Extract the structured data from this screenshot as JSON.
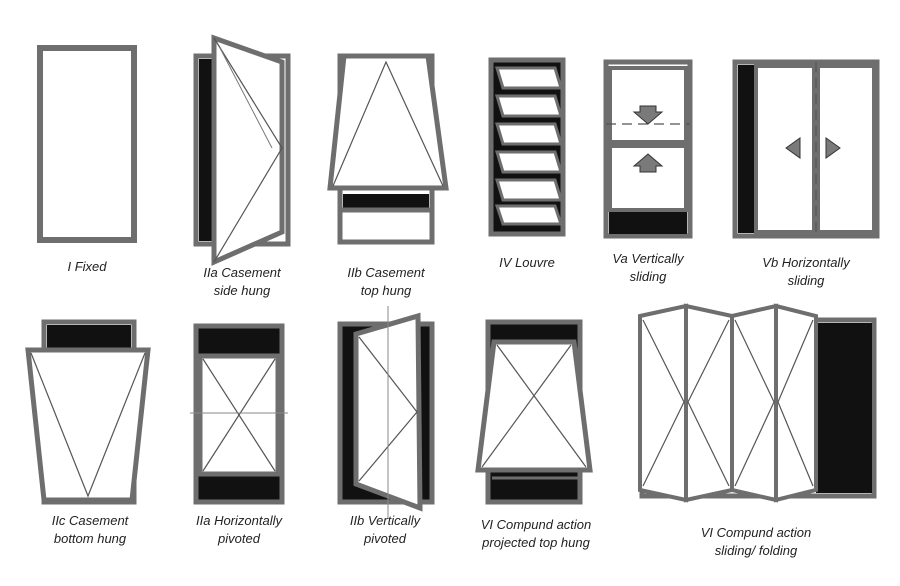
{
  "windows": [
    {
      "id": "fixed",
      "caption": [
        "I Fixed"
      ]
    },
    {
      "id": "casement-side-hung",
      "caption": [
        "IIa Casement",
        "side hung"
      ]
    },
    {
      "id": "casement-top-hung",
      "caption": [
        "IIb Casement",
        "top hung"
      ]
    },
    {
      "id": "louvre",
      "caption": [
        "IV Louvre"
      ]
    },
    {
      "id": "vertically-sliding",
      "caption": [
        "Va Vertically",
        "sliding"
      ]
    },
    {
      "id": "horizontally-sliding",
      "caption": [
        "Vb Horizontally",
        "sliding"
      ]
    },
    {
      "id": "casement-bottom-hung",
      "caption": [
        "IIc Casement",
        "bottom hung"
      ]
    },
    {
      "id": "horizontally-pivoted",
      "caption": [
        "IIa Horizontally",
        "pivoted"
      ]
    },
    {
      "id": "vertically-pivoted",
      "caption": [
        "IIb Vertically",
        "pivoted"
      ]
    },
    {
      "id": "compound-projected-top-hung",
      "caption": [
        "VI Compund action",
        "projected top hung"
      ]
    },
    {
      "id": "compound-sliding-folding",
      "caption": [
        "VI Compund action",
        "sliding/ folding"
      ]
    }
  ],
  "colors": {
    "frame": "#6e6e6e",
    "fill": "#ffffff",
    "opening": "#111111",
    "line": "#555555",
    "arrow": "#7a7a7a"
  }
}
